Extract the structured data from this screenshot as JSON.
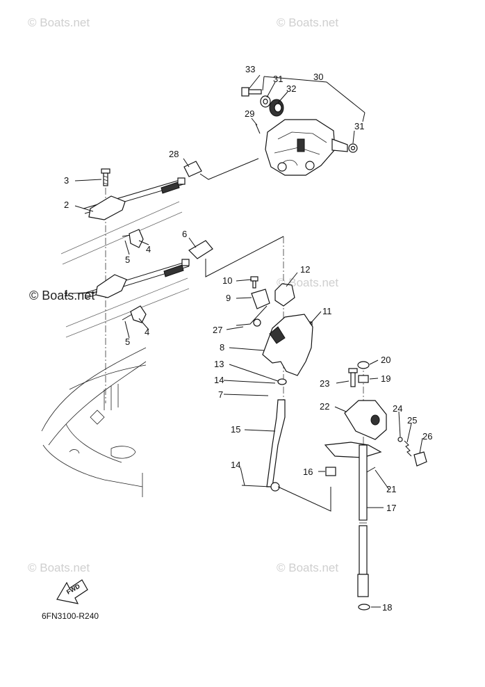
{
  "watermarks": [
    {
      "text": "© Boats.net"
    },
    {
      "text": "© Boats.net"
    },
    {
      "text": "© Boats.net"
    },
    {
      "text": "© Boats.net"
    },
    {
      "text": "© Boats.net"
    },
    {
      "text": "© Boats.net"
    }
  ],
  "diagram_code": "6FN3100-R240",
  "fwd_label": "FWD",
  "callouts": {
    "c33": "33",
    "c31a": "31",
    "c32": "32",
    "c30": "30",
    "c31b": "31",
    "c29": "29",
    "c28": "28",
    "c3": "3",
    "c2": "2",
    "c5a": "5",
    "c4a": "4",
    "c6": "6",
    "c1": "1",
    "c5b": "5",
    "c4b": "4",
    "c12": "12",
    "c10": "10",
    "c9": "9",
    "c11": "11",
    "c27": "27",
    "c8": "8",
    "c13": "13",
    "c14a": "14",
    "c7": "7",
    "c15": "15",
    "c14b": "14",
    "c16": "16",
    "c20": "20",
    "c23": "23",
    "c19": "19",
    "c22": "22",
    "c24": "24",
    "c25": "25",
    "c26": "26",
    "c21": "21",
    "c17": "17",
    "c18": "18"
  }
}
